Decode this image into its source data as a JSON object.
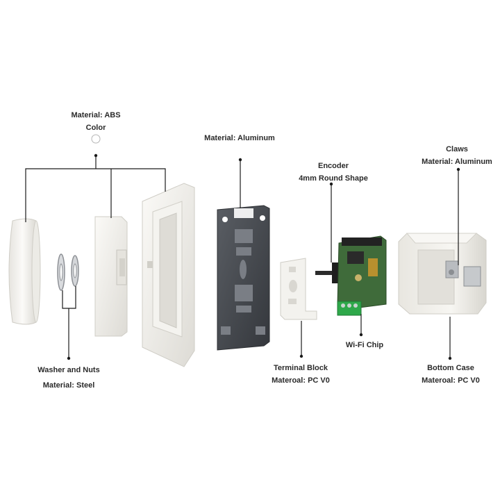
{
  "labels": {
    "abs": {
      "line1": "Material: ABS",
      "line2": "Color"
    },
    "aluminum": {
      "line1": "Material: Aluminum"
    },
    "encoder": {
      "line1": "Encoder",
      "line2": "4mm Round Shape"
    },
    "claws": {
      "line1": "Claws",
      "line2": "Material: Aluminum"
    },
    "washer": {
      "line1": "Washer and Nuts",
      "line2": "Material: Steel"
    },
    "terminal": {
      "line1": "Terminal Block",
      "line2": "Materoal: PC V0"
    },
    "wifi": {
      "line1": "Wi-Fi Chip"
    },
    "bottom": {
      "line1": "Bottom Case",
      "line2": "Materoal: PC V0"
    }
  },
  "colors": {
    "plastic": "#f1f0ec",
    "plastic_shade": "#d9d7d1",
    "metal_plate": "#4a4d52",
    "pcb": "#3f6b3a",
    "terminal_green": "#2ea84a",
    "leader": "#1a1a1a"
  },
  "color_swatch": "white-circle"
}
